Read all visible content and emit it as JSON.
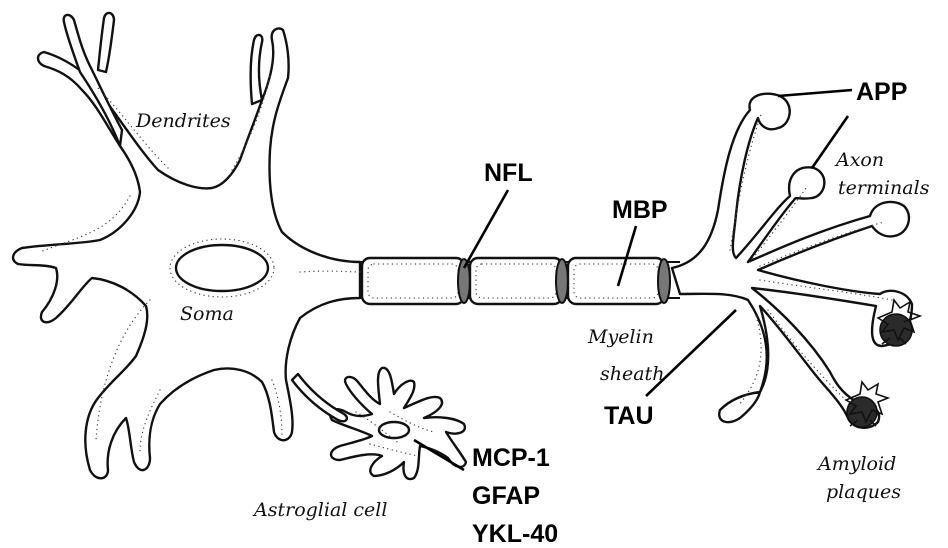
{
  "labels": {
    "dendrites": "Dendrites",
    "soma": "Soma",
    "astroglial_cell": "Astroglial cell",
    "myelin_sheath_line1": "Myelin",
    "myelin_sheath_line2": "sheath",
    "axon_terminals_line1": "Axon",
    "axon_terminals_line2": "terminals",
    "amyloid_plaques_line1": "Amyloid",
    "amyloid_plaques_line2": "plaques"
  },
  "markers": {
    "nfl": "NFL",
    "mbp": "MBP",
    "app": "APP",
    "tau": "TAU",
    "mcp1": "MCP-1",
    "gfap": "GFAP",
    "ykl40": "YKL-40"
  }
}
